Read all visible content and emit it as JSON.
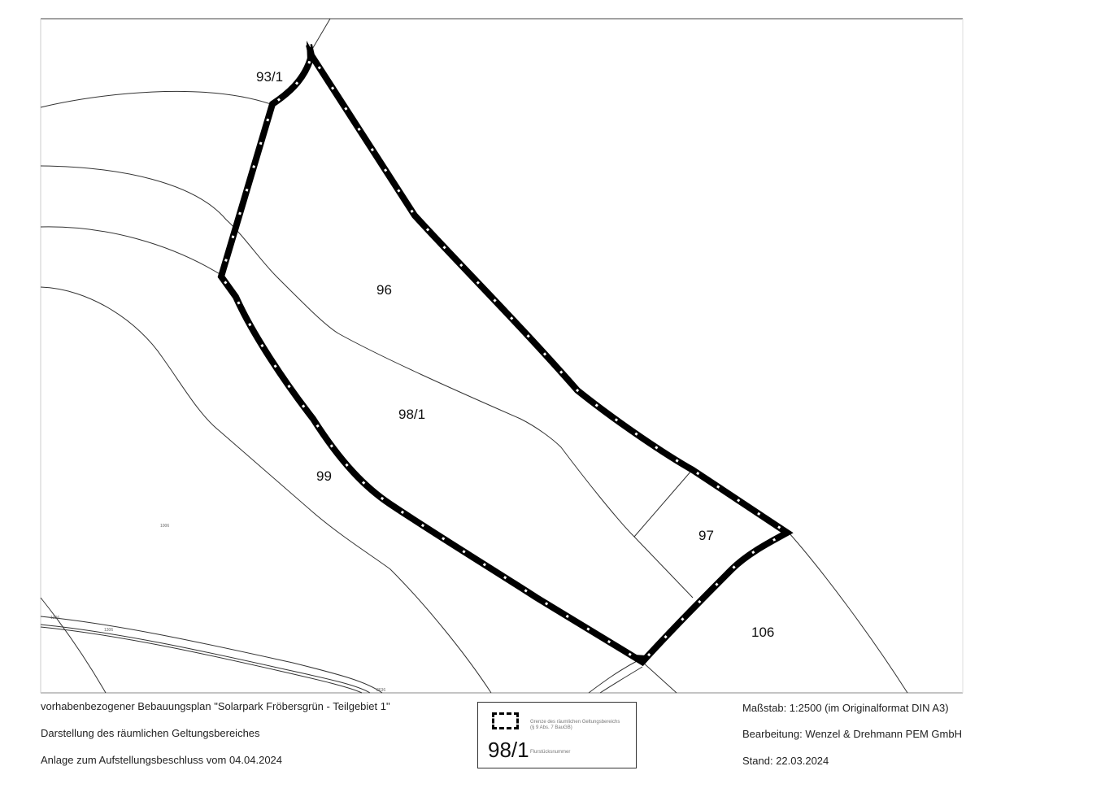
{
  "map": {
    "parcels": {
      "p93_1": "93/1",
      "p96": "96",
      "p98_1": "98/1",
      "p99": "99",
      "p97": "97",
      "p106": "106"
    },
    "small_labels": {
      "road_label_1": "1306",
      "road_label_2": "1306",
      "road_label_3": "2636",
      "area_label": "1006"
    }
  },
  "footer": {
    "title": "vorhabenbezogener Bebauungsplan \"Solarpark Fröbersgrün - Teilgebiet 1\"",
    "subtitle": "Darstellung des räumlichen Geltungsbereiches",
    "annex": "Anlage zum Aufstellungsbeschluss vom 04.04.2024",
    "scale": "Maßstab: 1:2500 (im Originalformat DIN A3)",
    "editor": "Bearbeitung: Wenzel & Drehmann PEM GmbH",
    "date": "Stand: 22.03.2024"
  },
  "legend": {
    "boundary_line1": "Grenze des räumlichen Geltungsbereichs",
    "boundary_line2": "(§ 9 Abs. 7 BauGB)",
    "parcel_example": "98/1",
    "parcel_caption": "Flurstücksnummer"
  },
  "colors": {
    "boundary": "#000000",
    "parcel_line": "#333333",
    "frame": "#555555"
  }
}
